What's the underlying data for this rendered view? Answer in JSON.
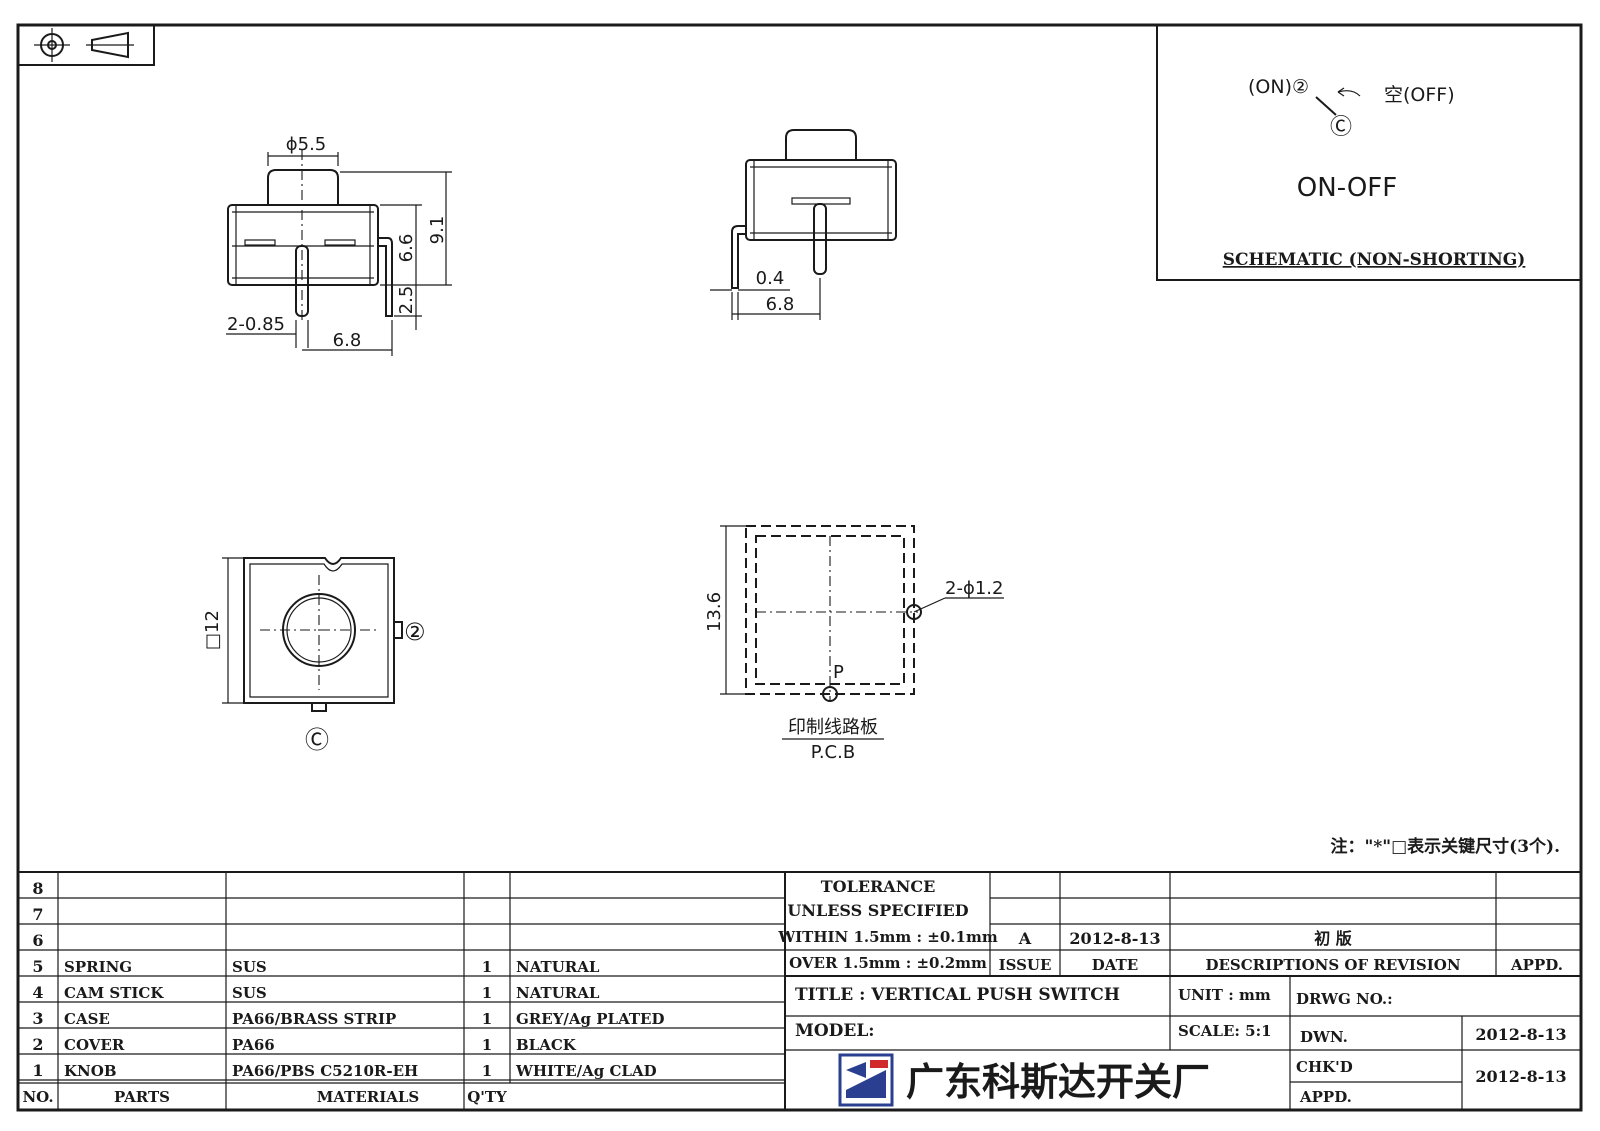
{
  "views": {
    "front": {
      "dim_knob_dia": "ϕ5.5",
      "dim_total_height": "9.1",
      "dim_body_height": "6.6",
      "dim_pin_length": "2.5",
      "dim_pin_width": "2-0.85",
      "dim_pin_spacing": "6.8"
    },
    "side": {
      "dim_thickness": "0.4",
      "dim_pin_spacing": "6.8"
    },
    "top": {
      "dim_square": "□12",
      "terminal_2": "②",
      "terminal_c": "Ⓒ"
    },
    "pcb": {
      "dim_height": "13.6",
      "dim_holes": "2-ϕ1.2",
      "pad_label": "P",
      "caption_cn": "印制线路板",
      "caption_en": "P.C.B"
    }
  },
  "schematic": {
    "on_label": "(ON)②",
    "off_label": "空(OFF)",
    "common_label": "Ⓒ",
    "mode": "ON-OFF",
    "title": "SCHEMATIC (NON-SHORTING)"
  },
  "note": "注：\"*\"□表示关键尺寸(3个).",
  "parts": {
    "headers": {
      "no": "NO.",
      "parts": "PARTS",
      "materials": "MATERIALS",
      "qty": "Q'TY"
    },
    "rows": [
      {
        "no": "8",
        "part": "",
        "material": "",
        "qty": "",
        "finish": ""
      },
      {
        "no": "7",
        "part": "",
        "material": "",
        "qty": "",
        "finish": ""
      },
      {
        "no": "6",
        "part": "",
        "material": "",
        "qty": "",
        "finish": ""
      },
      {
        "no": "5",
        "part": "SPRING",
        "material": "SUS",
        "qty": "1",
        "finish": "NATURAL"
      },
      {
        "no": "4",
        "part": "CAM STICK",
        "material": "SUS",
        "qty": "1",
        "finish": "NATURAL"
      },
      {
        "no": "3",
        "part": "CASE",
        "material": "PA66/BRASS STRIP",
        "qty": "1",
        "finish": "GREY/Ag PLATED"
      },
      {
        "no": "2",
        "part": "COVER",
        "material": "PA66",
        "qty": "1",
        "finish": "BLACK"
      },
      {
        "no": "1",
        "part": "KNOB",
        "material": "PA66/PBS C5210R-EH",
        "qty": "1",
        "finish": "WHITE/Ag CLAD"
      }
    ]
  },
  "tolerance": {
    "line1": "TOLERANCE",
    "line2": "UNLESS  SPECIFIED",
    "line3": "WITHIN 1.5mm : ±0.1mm",
    "line4": "OVER 1.5mm : ±0.2mm"
  },
  "revision": {
    "issue": "A",
    "date": "2012-8-13",
    "description": "初  版",
    "header_issue": "ISSUE",
    "header_date": "DATE",
    "header_desc": "DESCRIPTIONS OF REVISION",
    "header_appd": "APPD."
  },
  "title_block": {
    "title": "TITLE :  VERTICAL PUSH SWITCH",
    "unit": "UNIT :  mm",
    "drwg_no": "DRWG NO.:",
    "model": "MODEL:",
    "scale": "SCALE:  5:1",
    "dwn": "DWN.",
    "chkd": "CHK'D",
    "appd": "APPD.",
    "dwn_date": "2012-8-13",
    "chkd_date": "2012-8-13",
    "company": "广东科斯达开关厂",
    "logo_color": "#2a3f8f"
  }
}
